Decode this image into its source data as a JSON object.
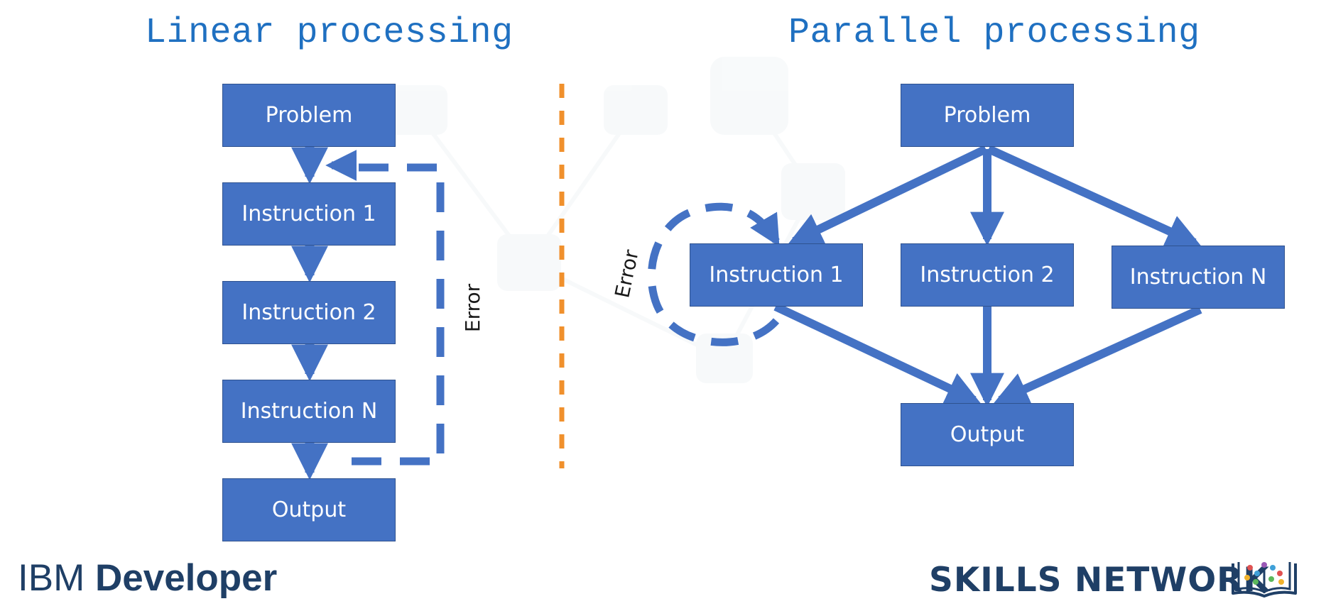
{
  "linear": {
    "title": "Linear processing",
    "boxes": [
      "Problem",
      "Instruction 1",
      "Instruction 2",
      "Instruction N",
      "Output"
    ],
    "error_label": "Error"
  },
  "parallel": {
    "title": "Parallel processing",
    "problem": "Problem",
    "instructions": [
      "Instruction 1",
      "Instruction 2",
      "Instruction N"
    ],
    "output": "Output",
    "error_label": "Error"
  },
  "branding": {
    "ibm_word": "IBM",
    "developer_word": "Developer",
    "skills_network": "SKILLS NETWORK"
  },
  "colors": {
    "box_fill": "#4472c4",
    "arrow": "#4472c4",
    "divider": "#f0902c",
    "heading": "#1f70c1"
  }
}
